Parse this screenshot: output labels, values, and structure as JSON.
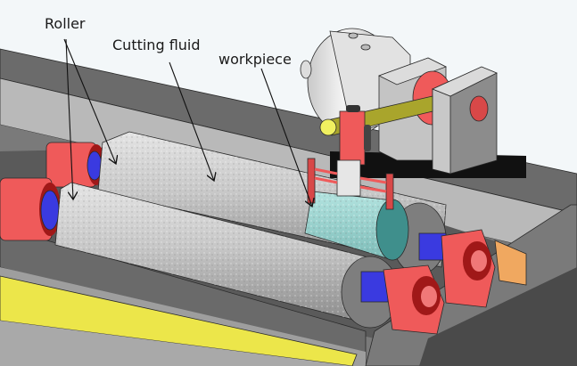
{
  "figure": {
    "description": "3D CAD rendering of a centerless/roller grinding setup",
    "labels": {
      "roller": "Roller",
      "cutting_fluid": "Cutting fluid",
      "workpiece": "workpiece"
    },
    "colors": {
      "background": "#f3f7f9",
      "frame_dark": "#6e6e6e",
      "frame_light": "#b4b4b4",
      "roller_surface": "#c4c4c4",
      "workpiece": "#8fd0cc",
      "bearing_red": "#ef5a5a",
      "shaft_blue": "#3a3ae0",
      "stripe_yellow": "#ece64a",
      "rod_olive": "#b5b030",
      "block_orange": "#f0a860"
    }
  }
}
